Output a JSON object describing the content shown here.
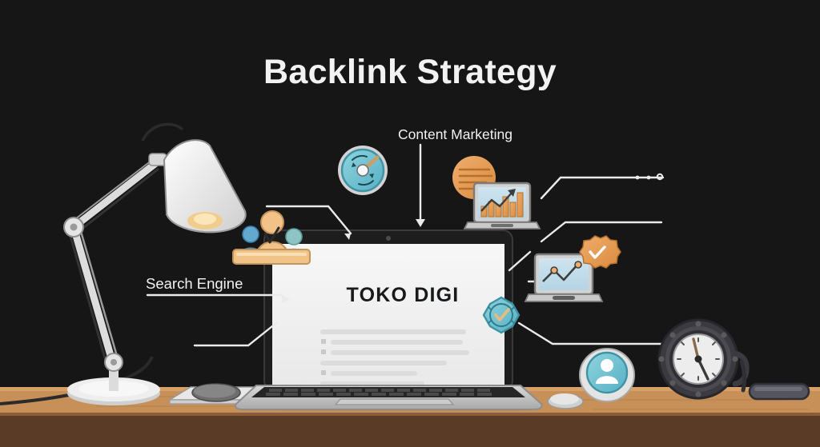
{
  "scene": {
    "title": "Backlink Strategy",
    "background_color": "#161616",
    "title_color": "#ffffff",
    "desk_top_color": "#c08e5a",
    "desk_front_color": "#5b3c27",
    "accent_orange": "#e8a05c",
    "accent_teal": "#6fc3d2",
    "laptop_screen_color": "#f2f2f2",
    "line_color": "#e8e8e8"
  },
  "labels": {
    "content_marketing": "Content Marketing",
    "search_engine": "Search Engine"
  },
  "laptop": {
    "screen_heading": "TOKO DIGI",
    "content_line_count": 6
  },
  "icons": [
    {
      "name": "gauge-icon",
      "label": "speedometer gauge",
      "color": "#6fc3d2"
    },
    {
      "name": "team-people-icon",
      "label": "group of people with checkmark",
      "color": "#e8a05c"
    },
    {
      "name": "content-document-icon",
      "label": "document sheet",
      "color": "#e8a05c"
    },
    {
      "name": "bar-chart-laptop-icon",
      "label": "laptop with growth bar chart",
      "color": "#e8a05c"
    },
    {
      "name": "line-chart-laptop-icon",
      "label": "laptop with line chart and verified badge",
      "color": "#e8a05c"
    },
    {
      "name": "verified-badge-icon",
      "label": "octagonal verified seal",
      "color": "#6fc3d2"
    },
    {
      "name": "user-avatar-icon",
      "label": "user profile avatar disc",
      "color": "#6fc3d2"
    },
    {
      "name": "desk-clock-icon",
      "label": "industrial desk clock",
      "color": "#3a3a40"
    }
  ],
  "desk_objects": [
    {
      "name": "desk-lamp",
      "label": "articulated desk lamp"
    },
    {
      "name": "notebook-stack",
      "label": "notebook with round object"
    },
    {
      "name": "headphones",
      "label": "headphones on desk"
    }
  ]
}
